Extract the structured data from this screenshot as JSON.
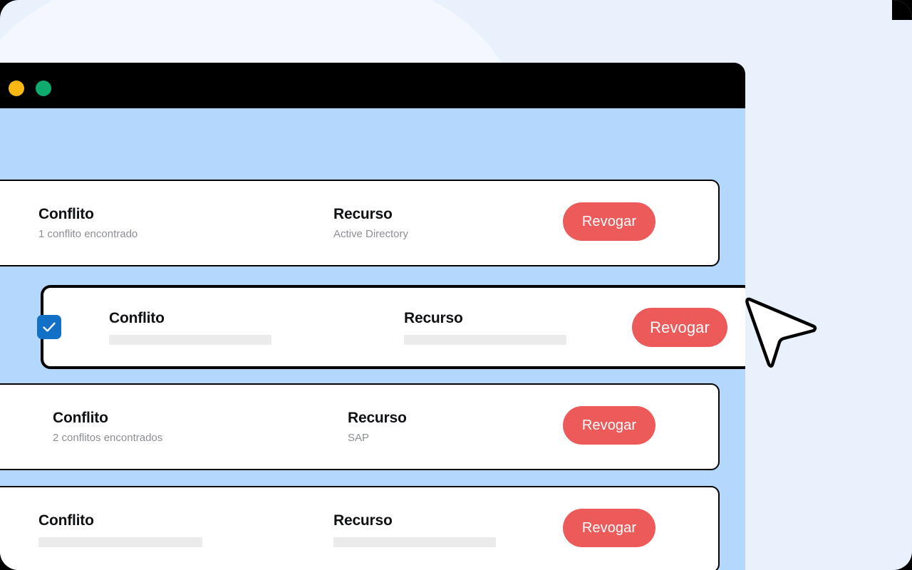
{
  "window": {
    "traffic_lights": [
      {
        "name": "minimize",
        "color": "#f9b812"
      },
      {
        "name": "maximize",
        "color": "#0eaa6e"
      }
    ],
    "titlebar_color": "#000000",
    "body_color": "#b4d7fd"
  },
  "theme": {
    "canvas_bg": "#e9f1fc",
    "accent_blue": "#1270c6",
    "danger_red": "#ed5a5a",
    "card_bg": "#ffffff",
    "border_black": "#000000",
    "muted_text": "#8b8e94",
    "skeleton": "#ebebeb"
  },
  "cards": [
    {
      "id": "card-1",
      "selected": false,
      "conflict_label": "Conflito",
      "conflict_value": "1 conflito encontrado",
      "conflict_is_skeleton": false,
      "resource_label": "Recurso",
      "resource_value": "Active Directory",
      "resource_is_skeleton": false,
      "action_label": "Revogar"
    },
    {
      "id": "card-2",
      "selected": true,
      "conflict_label": "Conflito",
      "conflict_value": "",
      "conflict_is_skeleton": true,
      "resource_label": "Recurso",
      "resource_value": "",
      "resource_is_skeleton": true,
      "action_label": "Revogar"
    },
    {
      "id": "card-3",
      "selected": false,
      "conflict_label": "Conflito",
      "conflict_value": "2 conflitos encontrados",
      "conflict_is_skeleton": false,
      "resource_label": "Recurso",
      "resource_value": "SAP",
      "resource_is_skeleton": false,
      "action_label": "Revogar"
    },
    {
      "id": "card-4",
      "selected": false,
      "conflict_label": "Conflito",
      "conflict_value": "",
      "conflict_is_skeleton": true,
      "resource_label": "Recurso",
      "resource_value": "",
      "resource_is_skeleton": true,
      "action_label": "Revogar"
    }
  ],
  "cursor": {
    "icon": "arrow-pointer-cursor"
  }
}
